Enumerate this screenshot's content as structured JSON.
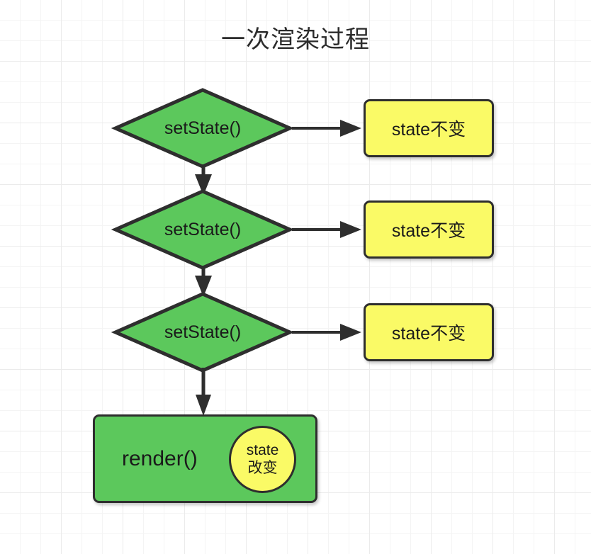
{
  "diagram": {
    "title": "一次渲染过程",
    "background": {
      "grid_color": "#ebebeb",
      "page_color": "#ffffff"
    },
    "palette": {
      "green_fill": "#5cc85c",
      "yellow_fill": "#fafa66",
      "stroke": "#2e2e2e",
      "text": "#1a1a1a"
    },
    "nodes": {
      "setstate_1": {
        "label": "setState()",
        "shape": "diamond",
        "fill": "#5cc85c"
      },
      "setstate_2": {
        "label": "setState()",
        "shape": "diamond",
        "fill": "#5cc85c"
      },
      "setstate_3": {
        "label": "setState()",
        "shape": "diamond",
        "fill": "#5cc85c"
      },
      "state_unchanged_1": {
        "label": "state不变",
        "shape": "rounded-rect",
        "fill": "#fafa66"
      },
      "state_unchanged_2": {
        "label": "state不变",
        "shape": "rounded-rect",
        "fill": "#fafa66"
      },
      "state_unchanged_3": {
        "label": "state不变",
        "shape": "rounded-rect",
        "fill": "#fafa66"
      },
      "render": {
        "label": "render()",
        "shape": "rounded-rect",
        "fill": "#5cc85c"
      },
      "state_changed_badge": {
        "line1": "state",
        "line2": "改变",
        "shape": "circle",
        "fill": "#fafa66"
      }
    },
    "edges": [
      {
        "from": "setstate_1",
        "to": "state_unchanged_1",
        "direction": "right"
      },
      {
        "from": "setstate_1",
        "to": "setstate_2",
        "direction": "down"
      },
      {
        "from": "setstate_2",
        "to": "state_unchanged_2",
        "direction": "right"
      },
      {
        "from": "setstate_2",
        "to": "setstate_3",
        "direction": "down"
      },
      {
        "from": "setstate_3",
        "to": "state_unchanged_3",
        "direction": "right"
      },
      {
        "from": "setstate_3",
        "to": "render",
        "direction": "down"
      }
    ]
  }
}
